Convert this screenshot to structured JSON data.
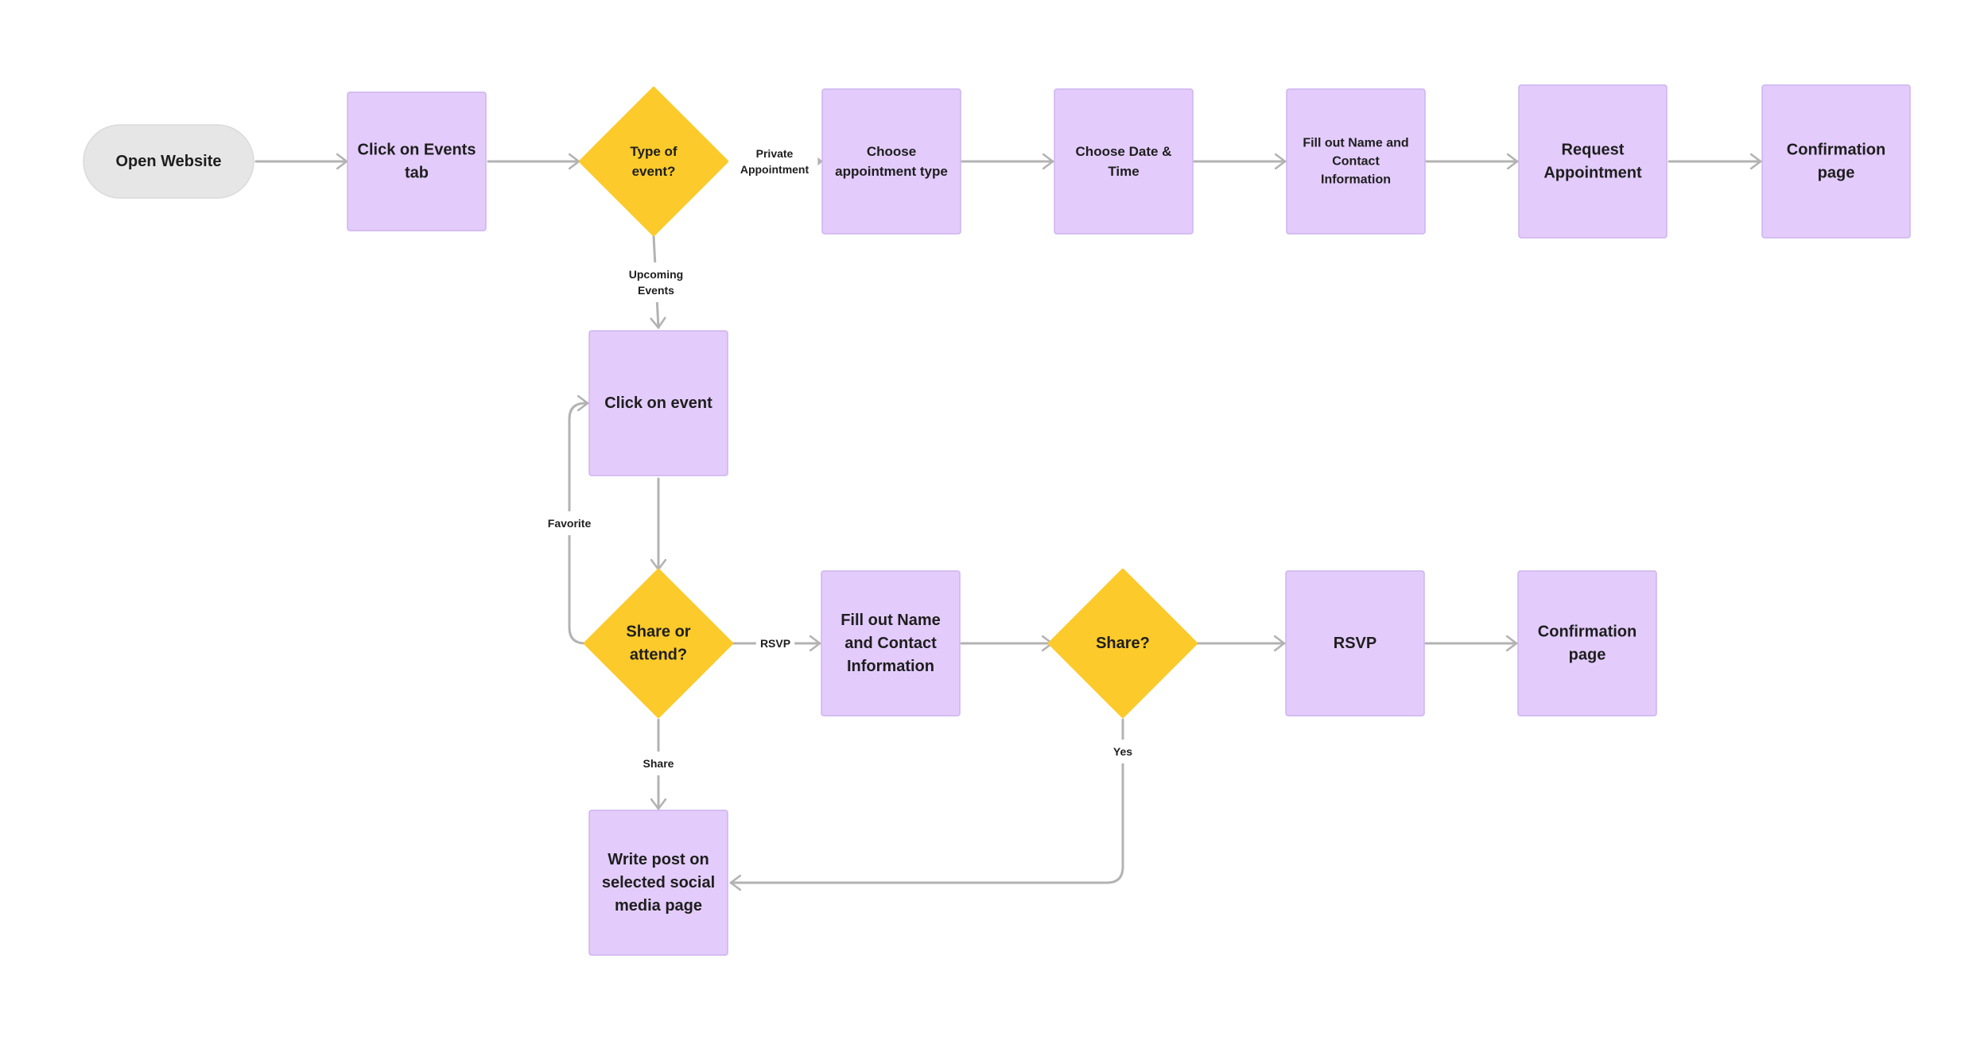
{
  "colors": {
    "process_fill": "#e3ccfc",
    "process_stroke": "#cdb4ee",
    "decision_fill": "#fcca2b",
    "terminal_fill": "#e6e6e6",
    "connector": "#b3b3b3",
    "text": "#1e1e1e"
  },
  "diagram": {
    "nodes": [
      {
        "id": "open-website",
        "shape": "terminal",
        "lines": [
          "Open Website"
        ]
      },
      {
        "id": "click-events-tab",
        "shape": "process",
        "lines": [
          "Click on Events",
          "tab"
        ]
      },
      {
        "id": "type-of-event",
        "shape": "decision",
        "lines": [
          "Type of",
          "event?"
        ]
      },
      {
        "id": "choose-appointment-type",
        "shape": "process",
        "lines": [
          "Choose",
          "appointment type"
        ]
      },
      {
        "id": "choose-date-time",
        "shape": "process",
        "lines": [
          "Choose Date &",
          "Time"
        ]
      },
      {
        "id": "fill-name-contact-1",
        "shape": "process",
        "lines": [
          "Fill out Name and",
          "Contact",
          "Information"
        ]
      },
      {
        "id": "request-appointment",
        "shape": "process",
        "lines": [
          "Request",
          "Appointment"
        ]
      },
      {
        "id": "confirmation-page-1",
        "shape": "process",
        "lines": [
          "Confirmation",
          "page"
        ]
      },
      {
        "id": "click-on-event",
        "shape": "process",
        "lines": [
          "Click on event"
        ]
      },
      {
        "id": "share-or-attend",
        "shape": "decision",
        "lines": [
          "Share or",
          "attend?"
        ]
      },
      {
        "id": "fill-name-contact-2",
        "shape": "process",
        "lines": [
          "Fill out Name",
          "and Contact",
          "Information"
        ]
      },
      {
        "id": "share-question",
        "shape": "decision",
        "lines": [
          "Share?"
        ]
      },
      {
        "id": "rsvp",
        "shape": "process",
        "lines": [
          "RSVP"
        ]
      },
      {
        "id": "confirmation-page-2",
        "shape": "process",
        "lines": [
          "Confirmation",
          "page"
        ]
      },
      {
        "id": "write-post",
        "shape": "process",
        "lines": [
          "Write post on",
          "selected social",
          "media page"
        ]
      }
    ],
    "edges": [
      {
        "from": "open-website",
        "to": "click-events-tab",
        "label": []
      },
      {
        "from": "click-events-tab",
        "to": "type-of-event",
        "label": []
      },
      {
        "from": "type-of-event",
        "to": "choose-appointment-type",
        "label": [
          "Private",
          "Appointment"
        ]
      },
      {
        "from": "choose-appointment-type",
        "to": "choose-date-time",
        "label": []
      },
      {
        "from": "choose-date-time",
        "to": "fill-name-contact-1",
        "label": []
      },
      {
        "from": "fill-name-contact-1",
        "to": "request-appointment",
        "label": []
      },
      {
        "from": "request-appointment",
        "to": "confirmation-page-1",
        "label": []
      },
      {
        "from": "type-of-event",
        "to": "click-on-event",
        "label": [
          "Upcoming",
          "Events"
        ]
      },
      {
        "from": "click-on-event",
        "to": "share-or-attend",
        "label": []
      },
      {
        "from": "share-or-attend",
        "to": "click-on-event",
        "label": [
          "Favorite"
        ]
      },
      {
        "from": "share-or-attend",
        "to": "fill-name-contact-2",
        "label": [
          "RSVP"
        ]
      },
      {
        "from": "share-or-attend",
        "to": "write-post",
        "label": [
          "Share"
        ]
      },
      {
        "from": "fill-name-contact-2",
        "to": "share-question",
        "label": []
      },
      {
        "from": "share-question",
        "to": "rsvp",
        "label": []
      },
      {
        "from": "rsvp",
        "to": "confirmation-page-2",
        "label": []
      },
      {
        "from": "share-question",
        "to": "write-post",
        "label": [
          "Yes"
        ]
      }
    ]
  }
}
